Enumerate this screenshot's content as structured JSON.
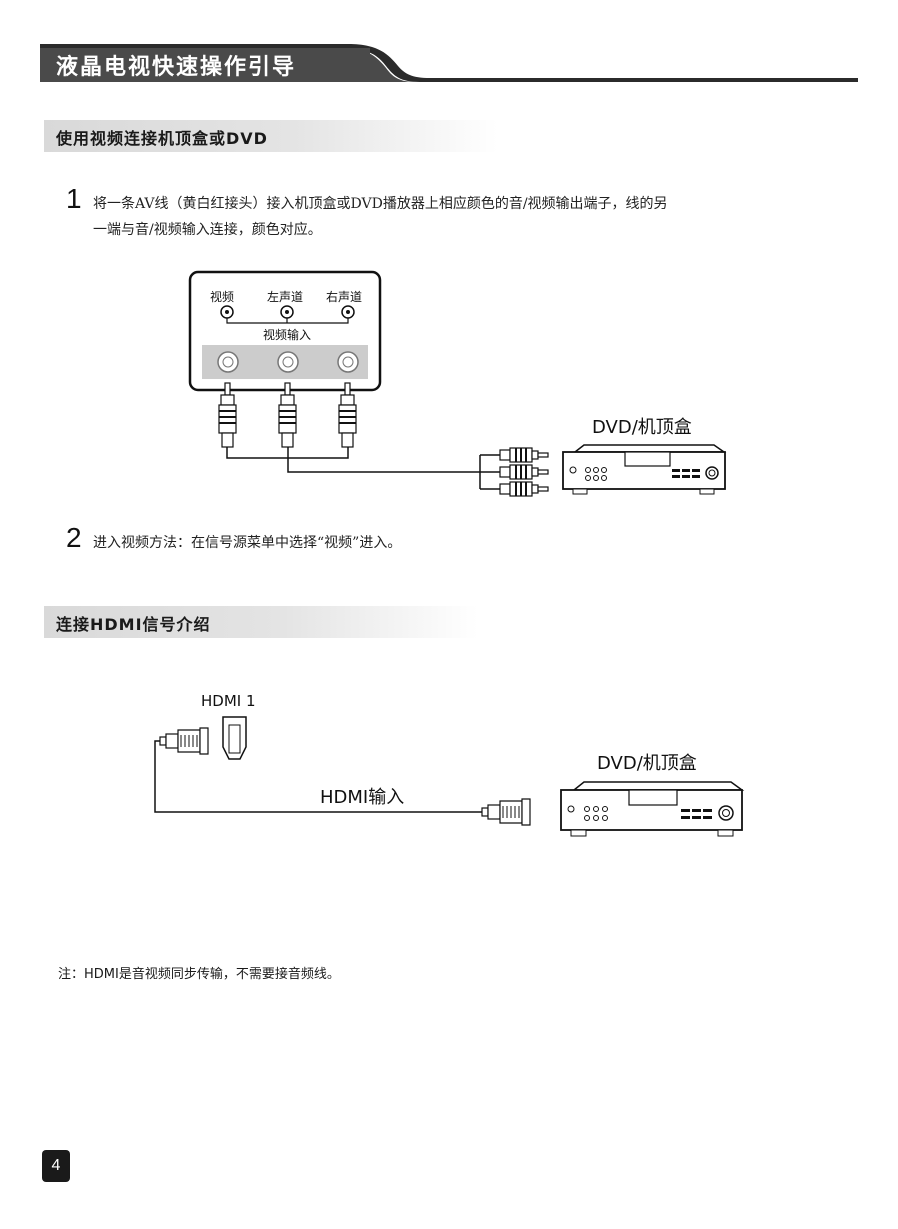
{
  "header": {
    "title": "液晶电视快速操作引导"
  },
  "section_av": {
    "title": "使用视频连接机顶盒或DVD",
    "step1": {
      "number": "1",
      "line1": "将一条AV线（黄白红接头）接入机顶盒或DVD播放器上相应颜色的音/视频输出端子，线的另",
      "line2": "一端与音/视频输入连接，颜色对应。"
    },
    "diagram": {
      "jack_video": "视频",
      "jack_left": "左声道",
      "jack_right": "右声道",
      "panel_label": "视频输入",
      "device_label": "DVD/机顶盒"
    },
    "step2": {
      "number": "2",
      "text": "进入视频方法：在信号源菜单中选择“视频”进入。"
    }
  },
  "section_hdmi": {
    "title": "连接HDMI信号介绍",
    "diagram": {
      "port_label": "HDMI 1",
      "cable_label": "HDMI输入",
      "device_label": "DVD/机顶盒"
    }
  },
  "note": "注：HDMI是音视频同步传输，不需要接音频线。",
  "page_number": "4"
}
